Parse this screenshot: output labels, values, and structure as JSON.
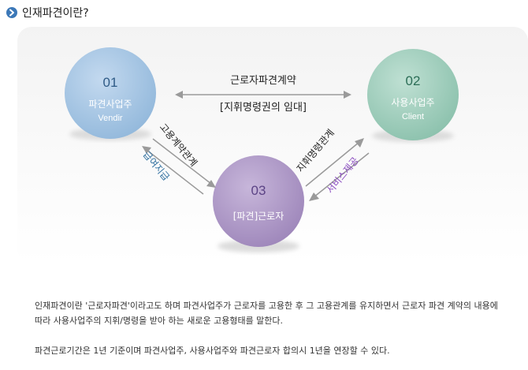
{
  "header": {
    "title": "인재파견이란?",
    "bullet_icon": "circle-arrow-right-icon",
    "bullet_color": "#3c78b8"
  },
  "diagram": {
    "vendor": {
      "number": "01",
      "title": "파견사업주",
      "subtitle": "Vendir",
      "color": "#a7c6e3"
    },
    "client": {
      "number": "02",
      "title": "사용사업주",
      "subtitle": "Client",
      "color": "#9fcfbd"
    },
    "worker": {
      "number": "03",
      "title": "[파견]근로자",
      "color": "#ad97c6"
    },
    "contract": {
      "label": "근로자파견계약",
      "sublabel": "[지휘명령권의 임대]"
    },
    "vendor_worker": {
      "relation": "고용계약관계",
      "flow": "급여지급",
      "flow_color": "#2f6f9f"
    },
    "client_worker": {
      "relation": "지휘명령관계",
      "flow": "서비스제공",
      "flow_color": "#8a4cc0"
    }
  },
  "description": {
    "line1": "인재파견이란 '근로자파견'이라고도 하며 파견사업주가 근로자를 고용한 후 그 고용관계를 유지하면서 근로자 파견 계약의 내용에 따라 사용사업주의 지휘/명령을 받아 하는 새로운 고용형태를 말한다.",
    "line2": "파견근로기간은 1년 기준이며 파견사업주, 사용사업주와 파견근로자 합의시 1년을 연장할 수 있다."
  }
}
